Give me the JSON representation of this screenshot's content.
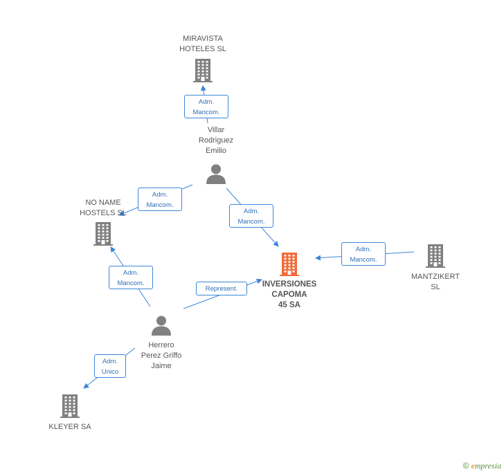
{
  "colors": {
    "company": "#808080",
    "focus_company": "#f26a3b",
    "person": "#808080",
    "edge": "#3b86d8",
    "edge_label_text": "#2f6fb6"
  },
  "nodes": [
    {
      "id": "miravista",
      "type": "company",
      "lines": [
        "MIRAVISTA",
        "HOTELES SL"
      ],
      "label_pos": "above"
    },
    {
      "id": "villar",
      "type": "person",
      "lines": [
        "Villar",
        "Rodriguez",
        "Emilio"
      ],
      "label_pos": "above"
    },
    {
      "id": "noname",
      "type": "company",
      "lines": [
        "NO NAME",
        "HOSTELS SL"
      ],
      "label_pos": "above"
    },
    {
      "id": "inversiones",
      "type": "company",
      "focus": true,
      "lines": [
        "INVERSIONES",
        "CAPOMA",
        "45 SA"
      ],
      "label_pos": "below"
    },
    {
      "id": "mantzikert",
      "type": "company",
      "lines": [
        "MANTZIKERT",
        "SL"
      ],
      "label_pos": "below"
    },
    {
      "id": "herrero",
      "type": "person",
      "lines": [
        "Herrero",
        "Perez Griffo",
        "Jaime"
      ],
      "label_pos": "below"
    },
    {
      "id": "kleyer",
      "type": "company",
      "lines": [
        "KLEYER SA"
      ],
      "label_pos": "below"
    }
  ],
  "edges": [
    {
      "from": "villar",
      "to": "miravista",
      "lines": [
        "Adm.",
        "Mancom."
      ]
    },
    {
      "from": "villar",
      "to": "noname",
      "lines": [
        "Adm.",
        "Mancom."
      ]
    },
    {
      "from": "villar",
      "to": "inversiones",
      "lines": [
        "Adm.",
        "Mancom."
      ]
    },
    {
      "from": "mantzikert",
      "to": "inversiones",
      "lines": [
        "Adm.",
        "Mancom."
      ]
    },
    {
      "from": "herrero",
      "to": "noname",
      "lines": [
        "Adm.",
        "Mancom."
      ]
    },
    {
      "from": "herrero",
      "to": "inversiones",
      "lines": [
        "Represent."
      ]
    },
    {
      "from": "herrero",
      "to": "kleyer",
      "lines": [
        "Adm.",
        "Unico"
      ]
    }
  ],
  "brand": {
    "copyright": "©",
    "first_letter": "e",
    "rest": "mpresia"
  }
}
